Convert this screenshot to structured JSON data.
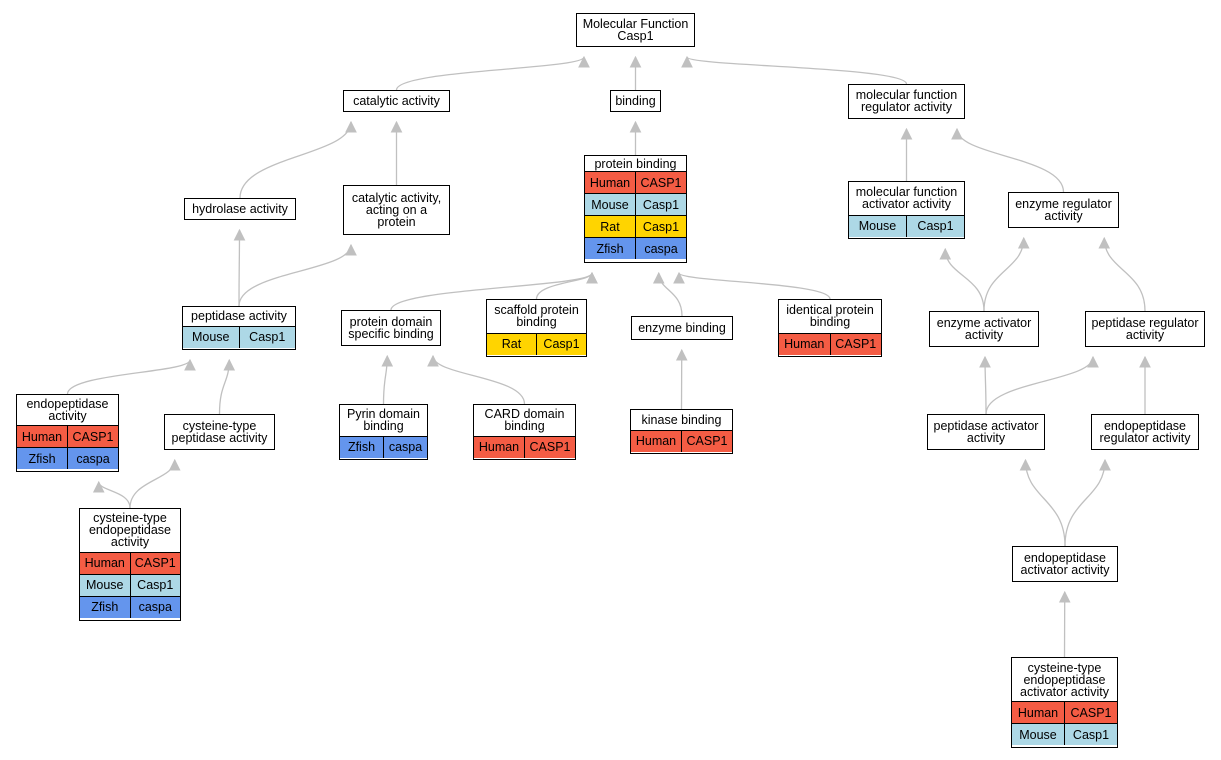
{
  "species_colors": {
    "Human": "#f45c44",
    "Mouse": "#add8e6",
    "Rat": "#ffd400",
    "Zfish": "#6495ed"
  },
  "edge_color": "#c0c0c0",
  "nodes": {
    "mf": {
      "title": "Molecular Function\nCasp1",
      "rows": []
    },
    "cat": {
      "title": "catalytic activity",
      "rows": []
    },
    "bind": {
      "title": "binding",
      "rows": []
    },
    "mfr": {
      "title": "molecular function\nregulator activity",
      "rows": []
    },
    "hyd": {
      "title": "hydrolase activity",
      "rows": []
    },
    "catp": {
      "title": "catalytic activity,\nacting on a\nprotein",
      "rows": []
    },
    "pb": {
      "title": "protein binding",
      "rows": [
        [
          "Human",
          "CASP1"
        ],
        [
          "Mouse",
          "Casp1"
        ],
        [
          "Rat",
          "Casp1"
        ],
        [
          "Zfish",
          "caspa"
        ]
      ]
    },
    "mfa": {
      "title": "molecular function\nactivator activity",
      "rows": [
        [
          "Mouse",
          "Casp1"
        ]
      ]
    },
    "er": {
      "title": "enzyme regulator\nactivity",
      "rows": []
    },
    "pep": {
      "title": "peptidase activity",
      "rows": [
        [
          "Mouse",
          "Casp1"
        ]
      ]
    },
    "pdsb": {
      "title": "protein domain\nspecific binding",
      "rows": []
    },
    "scaf": {
      "title": "scaffold protein\nbinding",
      "rows": [
        [
          "Rat",
          "Casp1"
        ]
      ]
    },
    "eb": {
      "title": "enzyme binding",
      "rows": []
    },
    "ipb": {
      "title": "identical protein\nbinding",
      "rows": [
        [
          "Human",
          "CASP1"
        ]
      ]
    },
    "ea": {
      "title": "enzyme activator\nactivity",
      "rows": []
    },
    "pr": {
      "title": "peptidase regulator\nactivity",
      "rows": []
    },
    "endo": {
      "title": "endopeptidase\nactivity",
      "rows": [
        [
          "Human",
          "CASP1"
        ],
        [
          "Zfish",
          "caspa"
        ]
      ]
    },
    "ctp": {
      "title": "cysteine-type\npeptidase activity",
      "rows": []
    },
    "pyrin": {
      "title": "Pyrin domain\nbinding",
      "rows": [
        [
          "Zfish",
          "caspa"
        ]
      ]
    },
    "card": {
      "title": "CARD domain\nbinding",
      "rows": [
        [
          "Human",
          "CASP1"
        ]
      ]
    },
    "kin": {
      "title": "kinase binding",
      "rows": [
        [
          "Human",
          "CASP1"
        ]
      ]
    },
    "pa": {
      "title": "peptidase activator\nactivity",
      "rows": []
    },
    "epr": {
      "title": "endopeptidase\nregulator activity",
      "rows": []
    },
    "cte": {
      "title": "cysteine-type\nendopeptidase\nactivity",
      "rows": [
        [
          "Human",
          "CASP1"
        ],
        [
          "Mouse",
          "Casp1"
        ],
        [
          "Zfish",
          "caspa"
        ]
      ]
    },
    "eaa": {
      "title": "endopeptidase\nactivator activity",
      "rows": []
    },
    "cteaa": {
      "title": "cysteine-type\nendopeptidase\nactivator activity",
      "rows": [
        [
          "Human",
          "CASP1"
        ],
        [
          "Mouse",
          "Casp1"
        ]
      ]
    }
  },
  "edges": [
    [
      "cat",
      "mf"
    ],
    [
      "bind",
      "mf"
    ],
    [
      "mfr",
      "mf"
    ],
    [
      "hyd",
      "cat"
    ],
    [
      "catp",
      "cat"
    ],
    [
      "pb",
      "bind"
    ],
    [
      "mfa",
      "mfr"
    ],
    [
      "er",
      "mfr"
    ],
    [
      "pep",
      "hyd"
    ],
    [
      "pep",
      "catp"
    ],
    [
      "pdsb",
      "pb"
    ],
    [
      "scaf",
      "pb"
    ],
    [
      "eb",
      "pb"
    ],
    [
      "ipb",
      "pb"
    ],
    [
      "ea",
      "mfa"
    ],
    [
      "ea",
      "er"
    ],
    [
      "pr",
      "er"
    ],
    [
      "endo",
      "pep"
    ],
    [
      "ctp",
      "pep"
    ],
    [
      "pyrin",
      "pdsb"
    ],
    [
      "card",
      "pdsb"
    ],
    [
      "kin",
      "eb"
    ],
    [
      "pa",
      "ea"
    ],
    [
      "pa",
      "pr"
    ],
    [
      "epr",
      "pr"
    ],
    [
      "cte",
      "endo"
    ],
    [
      "cte",
      "ctp"
    ],
    [
      "eaa",
      "pa"
    ],
    [
      "eaa",
      "epr"
    ],
    [
      "cteaa",
      "eaa"
    ]
  ]
}
